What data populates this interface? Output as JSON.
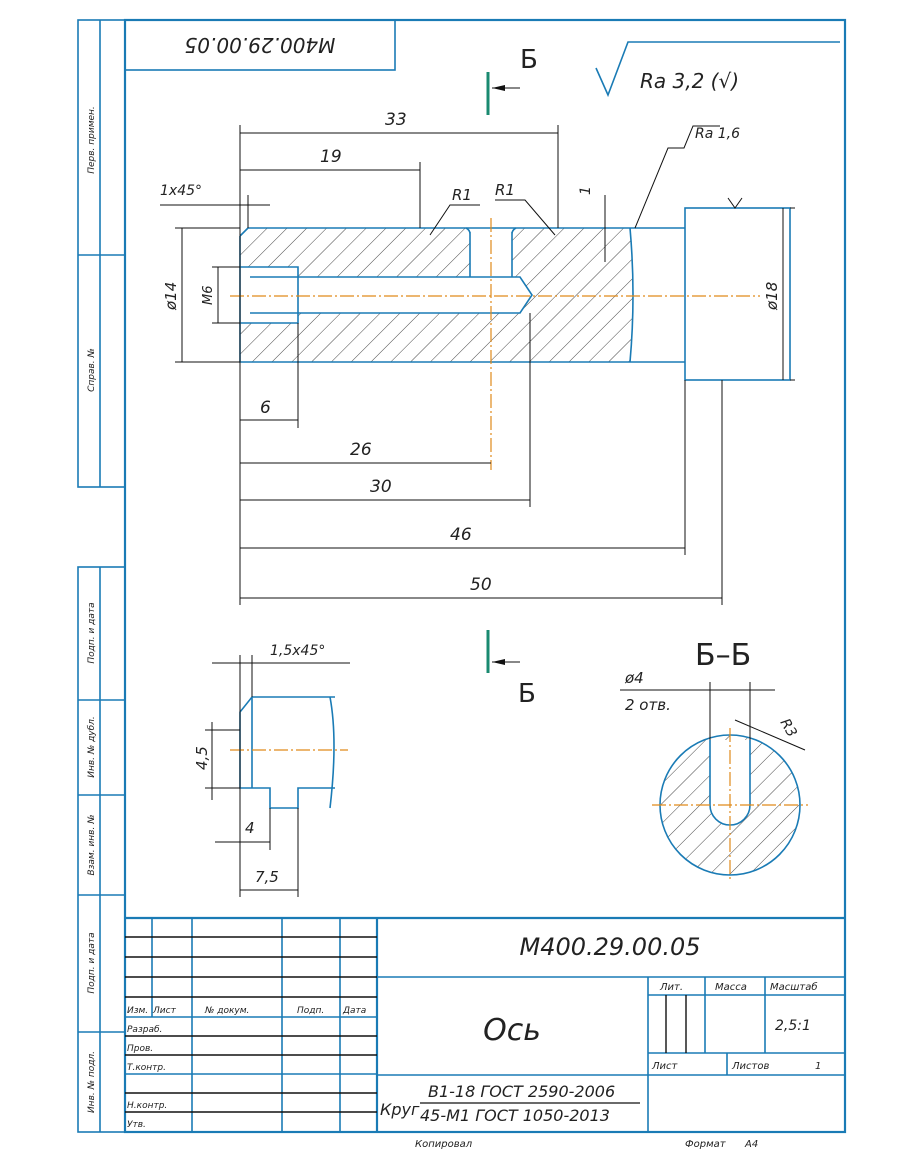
{
  "drawing": {
    "mirrored_number": "М400.29.00.05",
    "roughness_general": "Ra 3,2 (√)",
    "roughness_local": "Ra 1,6",
    "section_mark": "Б",
    "section_title": "Б–Б",
    "dimensions": {
      "d33": "33",
      "d19": "19",
      "chamfer1": "1x45°",
      "r1a": "R1",
      "r1b": "R1",
      "depth1": "1",
      "dia14": "ø14",
      "m6": "M6",
      "dia18": "ø18",
      "d6": "6",
      "d26": "26",
      "d30": "30",
      "d46": "46",
      "d50": "50",
      "chamfer2": "1,5x45°",
      "d4_5": "4,5",
      "d4": "4",
      "d7_5": "7,5",
      "dia4": "ø4",
      "holes": "2 отв.",
      "r3": "R3"
    }
  },
  "side_strip": [
    "Перв. примен.",
    "Справ. №",
    "Подп. и дата",
    "Инв. № дубл.",
    "Взам. инв. №",
    "Подп. и дата",
    "Инв. № подл."
  ],
  "title_block": {
    "doc_number": "М400.29.00.05",
    "part_name": "Ось",
    "headers": [
      "Изм.",
      "Лист",
      "№ докум.",
      "Подп.",
      "Дата"
    ],
    "roles": [
      "Разраб.",
      "Пров.",
      "Т.контр.",
      "Н.контр.",
      "Утв."
    ],
    "lit": "Лит.",
    "mass": "Масса",
    "scale_label": "Масштаб",
    "scale": "2,5:1",
    "sheet": "Лист",
    "sheets": "Листов",
    "sheets_count": "1",
    "material_prefix": "Круг",
    "material_top": "B1-18 ГОСТ 2590-2006",
    "material_bottom": "45-М1 ГОСТ 1050-2013",
    "copied": "Копировал",
    "format_label": "Формат",
    "format": "А4"
  }
}
